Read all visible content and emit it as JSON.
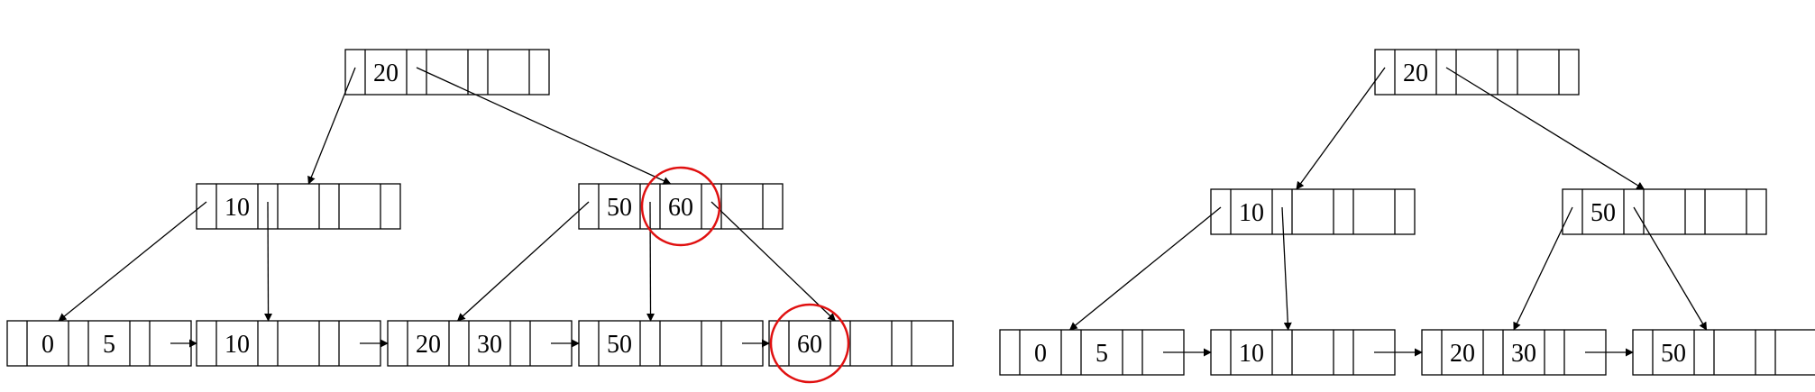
{
  "diagrams": [
    {
      "nodes": [
        {
          "id": "L-root",
          "keys": [
            "20",
            "",
            ""
          ]
        },
        {
          "id": "L-i1",
          "keys": [
            "10",
            "",
            ""
          ]
        },
        {
          "id": "L-i2",
          "keys": [
            "50",
            "60",
            ""
          ]
        },
        {
          "id": "L-leaf1",
          "keys": [
            "0",
            "5"
          ]
        },
        {
          "id": "L-leaf2",
          "keys": [
            "10",
            ""
          ]
        },
        {
          "id": "L-leaf3",
          "keys": [
            "20",
            "30"
          ]
        },
        {
          "id": "L-leaf4",
          "keys": [
            "50",
            ""
          ]
        },
        {
          "id": "L-leaf5",
          "keys": [
            "60",
            ""
          ]
        }
      ],
      "highlighted_keys": [
        "60",
        "60"
      ]
    },
    {
      "nodes": [
        {
          "id": "R-root",
          "keys": [
            "20",
            "",
            ""
          ]
        },
        {
          "id": "R-i1",
          "keys": [
            "10",
            "",
            ""
          ]
        },
        {
          "id": "R-i2",
          "keys": [
            "50",
            "",
            ""
          ]
        },
        {
          "id": "R-leaf1",
          "keys": [
            "0",
            "5"
          ]
        },
        {
          "id": "R-leaf2",
          "keys": [
            "10",
            ""
          ]
        },
        {
          "id": "R-leaf3",
          "keys": [
            "20",
            "30"
          ]
        },
        {
          "id": "R-leaf4",
          "keys": [
            "50",
            ""
          ]
        }
      ]
    }
  ],
  "colors": {
    "line": "#000000",
    "highlight": "#e01010"
  }
}
